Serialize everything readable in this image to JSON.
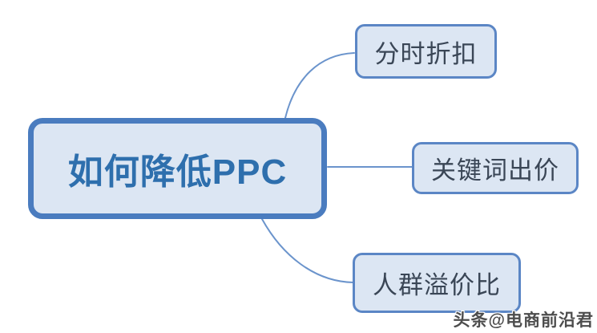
{
  "diagram": {
    "type": "mindmap",
    "root": {
      "label": "如何降低PPC"
    },
    "branches": [
      {
        "label": "分时折扣"
      },
      {
        "label": "关键词出价"
      },
      {
        "label": "人群溢价比"
      }
    ]
  },
  "watermark": {
    "text": "头条@电商前沿君"
  },
  "colors": {
    "background": "#ffffff",
    "node_fill": "#dce6f3",
    "root_border": "#4a7cbf",
    "branch_border": "#5b86c5",
    "root_text": "#2e6fad",
    "branch_text": "#3a4656",
    "connector": "#6b94cc",
    "watermark_text": "#4d4d4d"
  }
}
